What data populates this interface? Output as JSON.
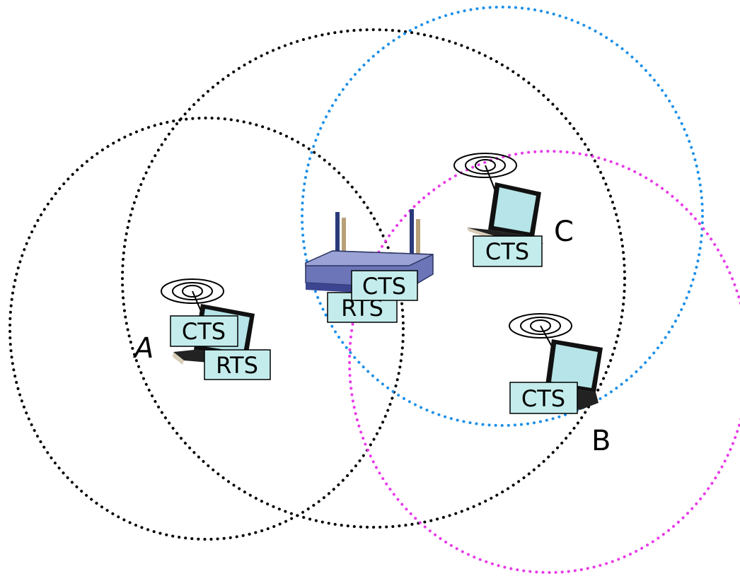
{
  "nodes": {
    "a": "A",
    "b": "B",
    "c": "C"
  },
  "messages": {
    "cts": "CTS",
    "rts": "RTS"
  },
  "colors": {
    "range_black": "#000000",
    "range_blue": "#1e90e8",
    "range_magenta": "#e83ae8",
    "label_fill": "#c4ecec",
    "router": "#6b75b8"
  },
  "icons": [
    "laptop-icon",
    "wireless-router-icon",
    "radio-waves-icon"
  ]
}
